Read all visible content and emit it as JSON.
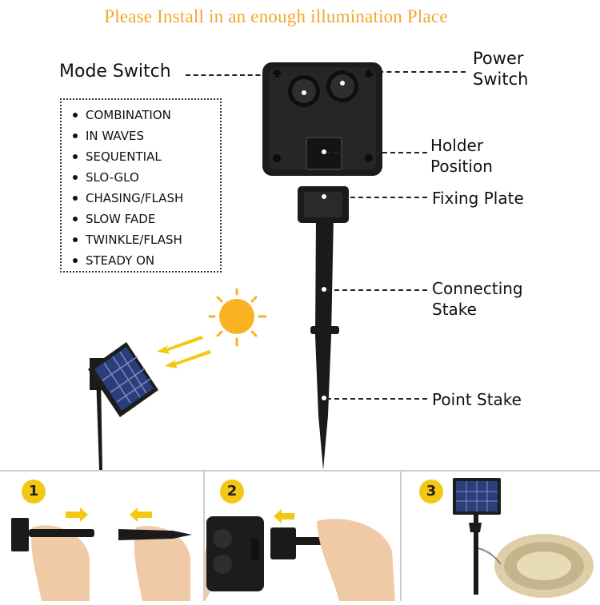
{
  "title": "Please Install in an enough illumination Place",
  "labels": {
    "mode_switch": "Mode Switch",
    "power_switch": "Power\nSwitch",
    "holder_position": "Holder\nPosition",
    "fixing_plate": "Fixing Plate",
    "connecting_stake": "Connecting\nStake",
    "point_stake": "Point Stake"
  },
  "modes": [
    "COMBINATION",
    "IN WAVES",
    "SEQUENTIAL",
    "SLO-GLO",
    "CHASING/FLASH",
    "SLOW FADE",
    "TWINKLE/FLASH",
    "STEADY ON"
  ],
  "steps": [
    {
      "number": "1"
    },
    {
      "number": "2"
    },
    {
      "number": "3"
    }
  ],
  "colors": {
    "title": "#f2a531",
    "sun": "#f9b320",
    "arrow": "#f3c812",
    "device": "#1c1c1c",
    "badge": "#f3c812"
  }
}
